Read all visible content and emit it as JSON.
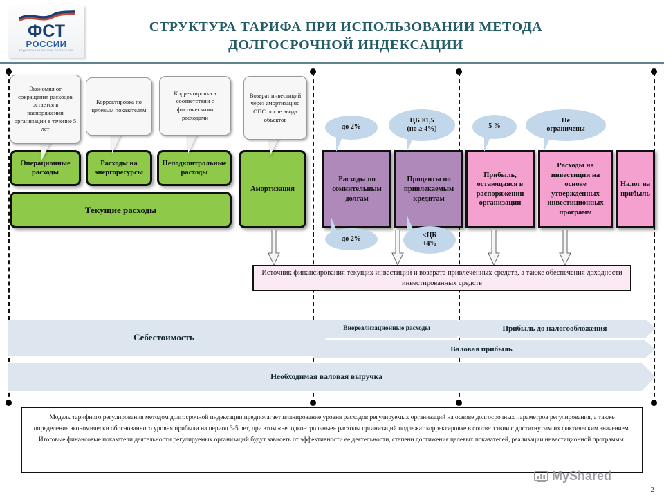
{
  "header": {
    "title_line1": "СТРУКТУРА ТАРИФА ПРИ ИСПОЛЬЗОВАНИИ МЕТОДА",
    "title_line2": "ДОЛГОСРОЧНОЙ ИНДЕКСАЦИИ",
    "logo": {
      "main": "ФСТ",
      "country": "РОССИИ",
      "subtitle": "ФЕДЕРАЛЬНАЯ СЛУЖБА ПО ТАРИФАМ",
      "icon": "russian-flag-wave-icon"
    }
  },
  "callouts": [
    {
      "text": "Экономия от сокращения расходов остается в распоряжении организации в течение 5 лет"
    },
    {
      "text": "Корректировка по целевым показателям"
    },
    {
      "text": "Корректировка в соответствии с фактическими расходами"
    },
    {
      "text": "Возврат инвестиций через амортизацию ОПС после ввода объектов"
    }
  ],
  "green_boxes": [
    {
      "text": "Операционные расходы"
    },
    {
      "text": "Расходы на энергоресурсы"
    },
    {
      "text": "Неподконтрольные расходы"
    },
    {
      "text": "Амортизация"
    },
    {
      "text": "Текущие расходы"
    }
  ],
  "purple_boxes": [
    {
      "text": "Расходы по сомнительным долгам"
    },
    {
      "text": "Проценты по привлекаемым кредитам"
    }
  ],
  "pink_boxes": [
    {
      "text": "Прибыль, остающаяся в распоряжении организации"
    },
    {
      "text": "Расходы на инвестиции на основе утвержденных инвестиционных программ"
    },
    {
      "text": "Налог на прибыль"
    }
  ],
  "bubbles": {
    "doubtful_top": "до 2%",
    "doubtful_bottom": "до 2%",
    "credit_top": "ЦБ ×1,5\n(но ≥ 4%)",
    "credit_top_line1": "ЦБ ×1,5",
    "credit_top_line2": "(но ≥ 4%)",
    "credit_bottom_line1": "<ЦБ",
    "credit_bottom_line2": "+4%",
    "profit": "5 %",
    "investment_line1": "Не",
    "investment_line2": "ограничены"
  },
  "pink_note": "Источник финансирования текущих инвестиций и возврата привлеченных средств, а также обеспечения доходности инвестированных средств",
  "flow_bars": {
    "cost": "Себестоимость",
    "non_operating": "Внереализационные расходы",
    "pretax_profit": "Прибыль до налогообложения",
    "gross_profit": "Валовая прибыль",
    "required_revenue": "Необходимая валовая выручка"
  },
  "bottom_note": "Модель тарифного регулирования методом долгосрочной индексации предполагает планирование уровня расходов регулируемых организаций на основе долгосрочных параметров регулирования, а также определение экономически обоснованного уровня прибыли на период 3-5 лет, при этом «неподконтрольные» расходы организаций подлежат корректировке в соответствии с достигнутым их фактическим значением. Итоговые финансовые показатели деятельности регулируемых организаций будут зависеть от эффективности ее деятельности, степени достижения целевых показателей, реализации инвестиционной программы.",
  "footer": {
    "page_number": "2",
    "watermark": "MyShared",
    "watermark_icon": "myshared-logo-icon"
  },
  "colors": {
    "green": "#8fc94a",
    "purple": "#b089bb",
    "pink": "#f4a1cf",
    "bubble_blue": "#c3d7ea",
    "flow_blue": "#dde6ef",
    "title_teal": "#235c66",
    "note_pink": "#fbe9f4"
  }
}
